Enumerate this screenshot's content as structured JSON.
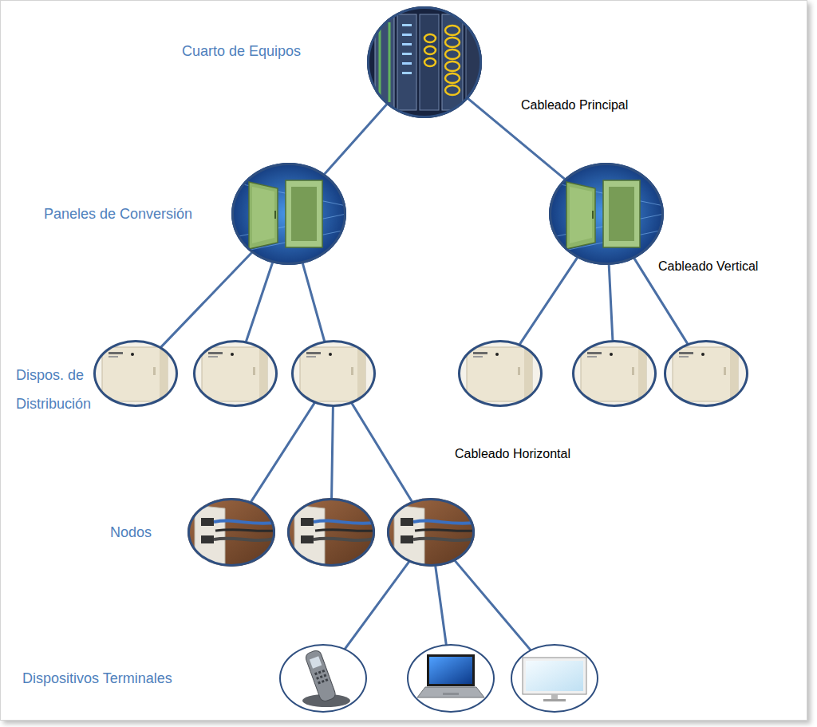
{
  "diagram": {
    "nodes": [
      {
        "text": [
          "Cuarto de Equipos"
        ]
      },
      {
        "text": [
          "Paneles de Conversión"
        ]
      },
      {
        "text": []
      },
      {
        "text": [
          "Dispos. de Distribución"
        ]
      },
      {
        "text": []
      },
      {
        "text": []
      },
      {
        "text": []
      },
      {
        "text": []
      },
      {
        "text": []
      },
      {
        "text": [
          "Nodos"
        ]
      },
      {
        "text": []
      },
      {
        "text": []
      },
      {
        "text": [
          "Dispositivos Terminales"
        ]
      },
      {
        "text": []
      },
      {
        "text": []
      }
    ],
    "edges": [
      {
        "from": 0,
        "to": 1,
        "arrow": "none"
      },
      {
        "from": 0,
        "to": 2,
        "arrow": "none"
      },
      {
        "from": 1,
        "to": 3,
        "arrow": "none"
      },
      {
        "from": 1,
        "to": 4,
        "arrow": "none"
      },
      {
        "from": 1,
        "to": 5,
        "arrow": "none"
      },
      {
        "from": 2,
        "to": 6,
        "arrow": "none"
      },
      {
        "from": 2,
        "to": 7,
        "arrow": "none"
      },
      {
        "from": 2,
        "to": 8,
        "arrow": "none"
      },
      {
        "from": 5,
        "to": 9,
        "arrow": "none"
      },
      {
        "from": 5,
        "to": 10,
        "arrow": "none"
      },
      {
        "from": 5,
        "to": 11,
        "arrow": "none"
      },
      {
        "from": 11,
        "to": 12,
        "arrow": "none"
      },
      {
        "from": 11,
        "to": 13,
        "arrow": "none"
      },
      {
        "from": 11,
        "to": 14,
        "arrow": "none"
      }
    ],
    "labels": [
      "Cableado Principal",
      "Cableado Vertical",
      "Cableado Horizontal"
    ]
  }
}
